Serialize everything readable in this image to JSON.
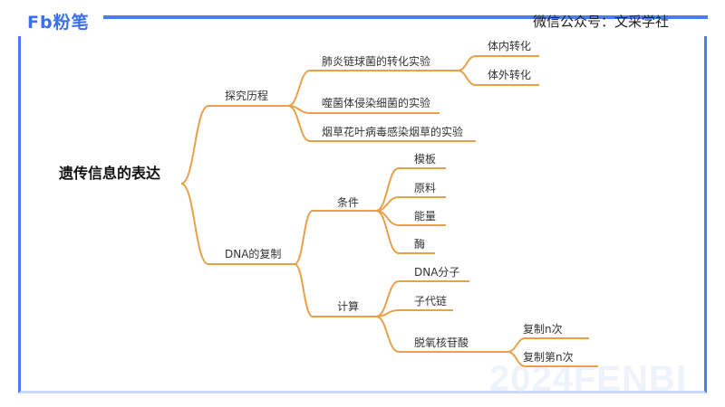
{
  "header": {
    "logo": "Fb粉笔",
    "wechat": "微信公众号：文采学社",
    "watermark": "2024FENBI"
  },
  "colors": {
    "branch": "#e8a14a",
    "frame": "#4a7cf3"
  },
  "mindmap": {
    "root": "遗传信息的表达",
    "n1": "探究历程",
    "n1a": "肺炎链球菌的转化实验",
    "n1a1": "体内转化",
    "n1a2": "体外转化",
    "n1b": "噬菌体侵染细菌的实验",
    "n1c": "烟草花叶病毒感染烟草的实验",
    "n2": "DNA的复制",
    "n2a": "条件",
    "n2a1": "模板",
    "n2a2": "原料",
    "n2a3": "能量",
    "n2a4": "酶",
    "n2b": "计算",
    "n2b1": "DNA分子",
    "n2b2": "子代链",
    "n2b3": "脱氧核苷酸",
    "n2b31": "复制n次",
    "n2b32": "复制第n次"
  }
}
